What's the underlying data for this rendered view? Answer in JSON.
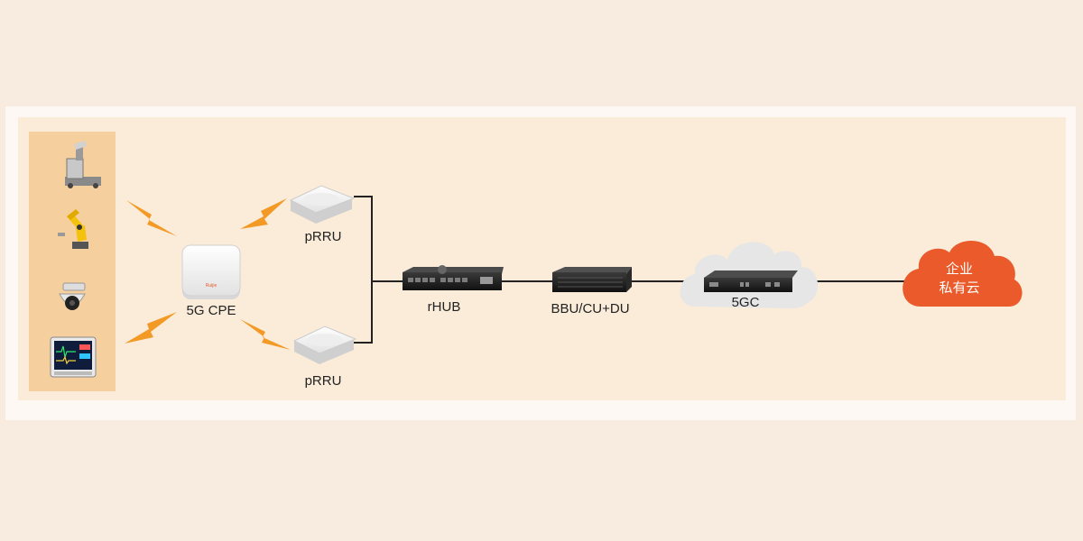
{
  "labels": {
    "cpe": "5G CPE",
    "prru_top": "pRRU",
    "prru_bottom": "pRRU",
    "rhub": "rHUB",
    "bbu": "BBU/CU+DU",
    "core": "5GC",
    "cloud_line1": "企业",
    "cloud_line2": "私有云"
  },
  "cpe_brand": "Ruijie",
  "icons": {
    "device_1": "agv-robot-icon",
    "device_2": "industrial-robot-arm-icon",
    "device_3": "dome-camera-icon",
    "device_4": "patient-monitor-icon",
    "wireless": "lightning-signal-icon"
  },
  "colors": {
    "background": "#f8ebe0",
    "panel": "#fbecda",
    "devices_strip": "#f6cf9f",
    "signal": "#f29a25",
    "cloud": "#ea5a2a",
    "core_cloud": "#e6e6e6",
    "link": "#222222"
  }
}
